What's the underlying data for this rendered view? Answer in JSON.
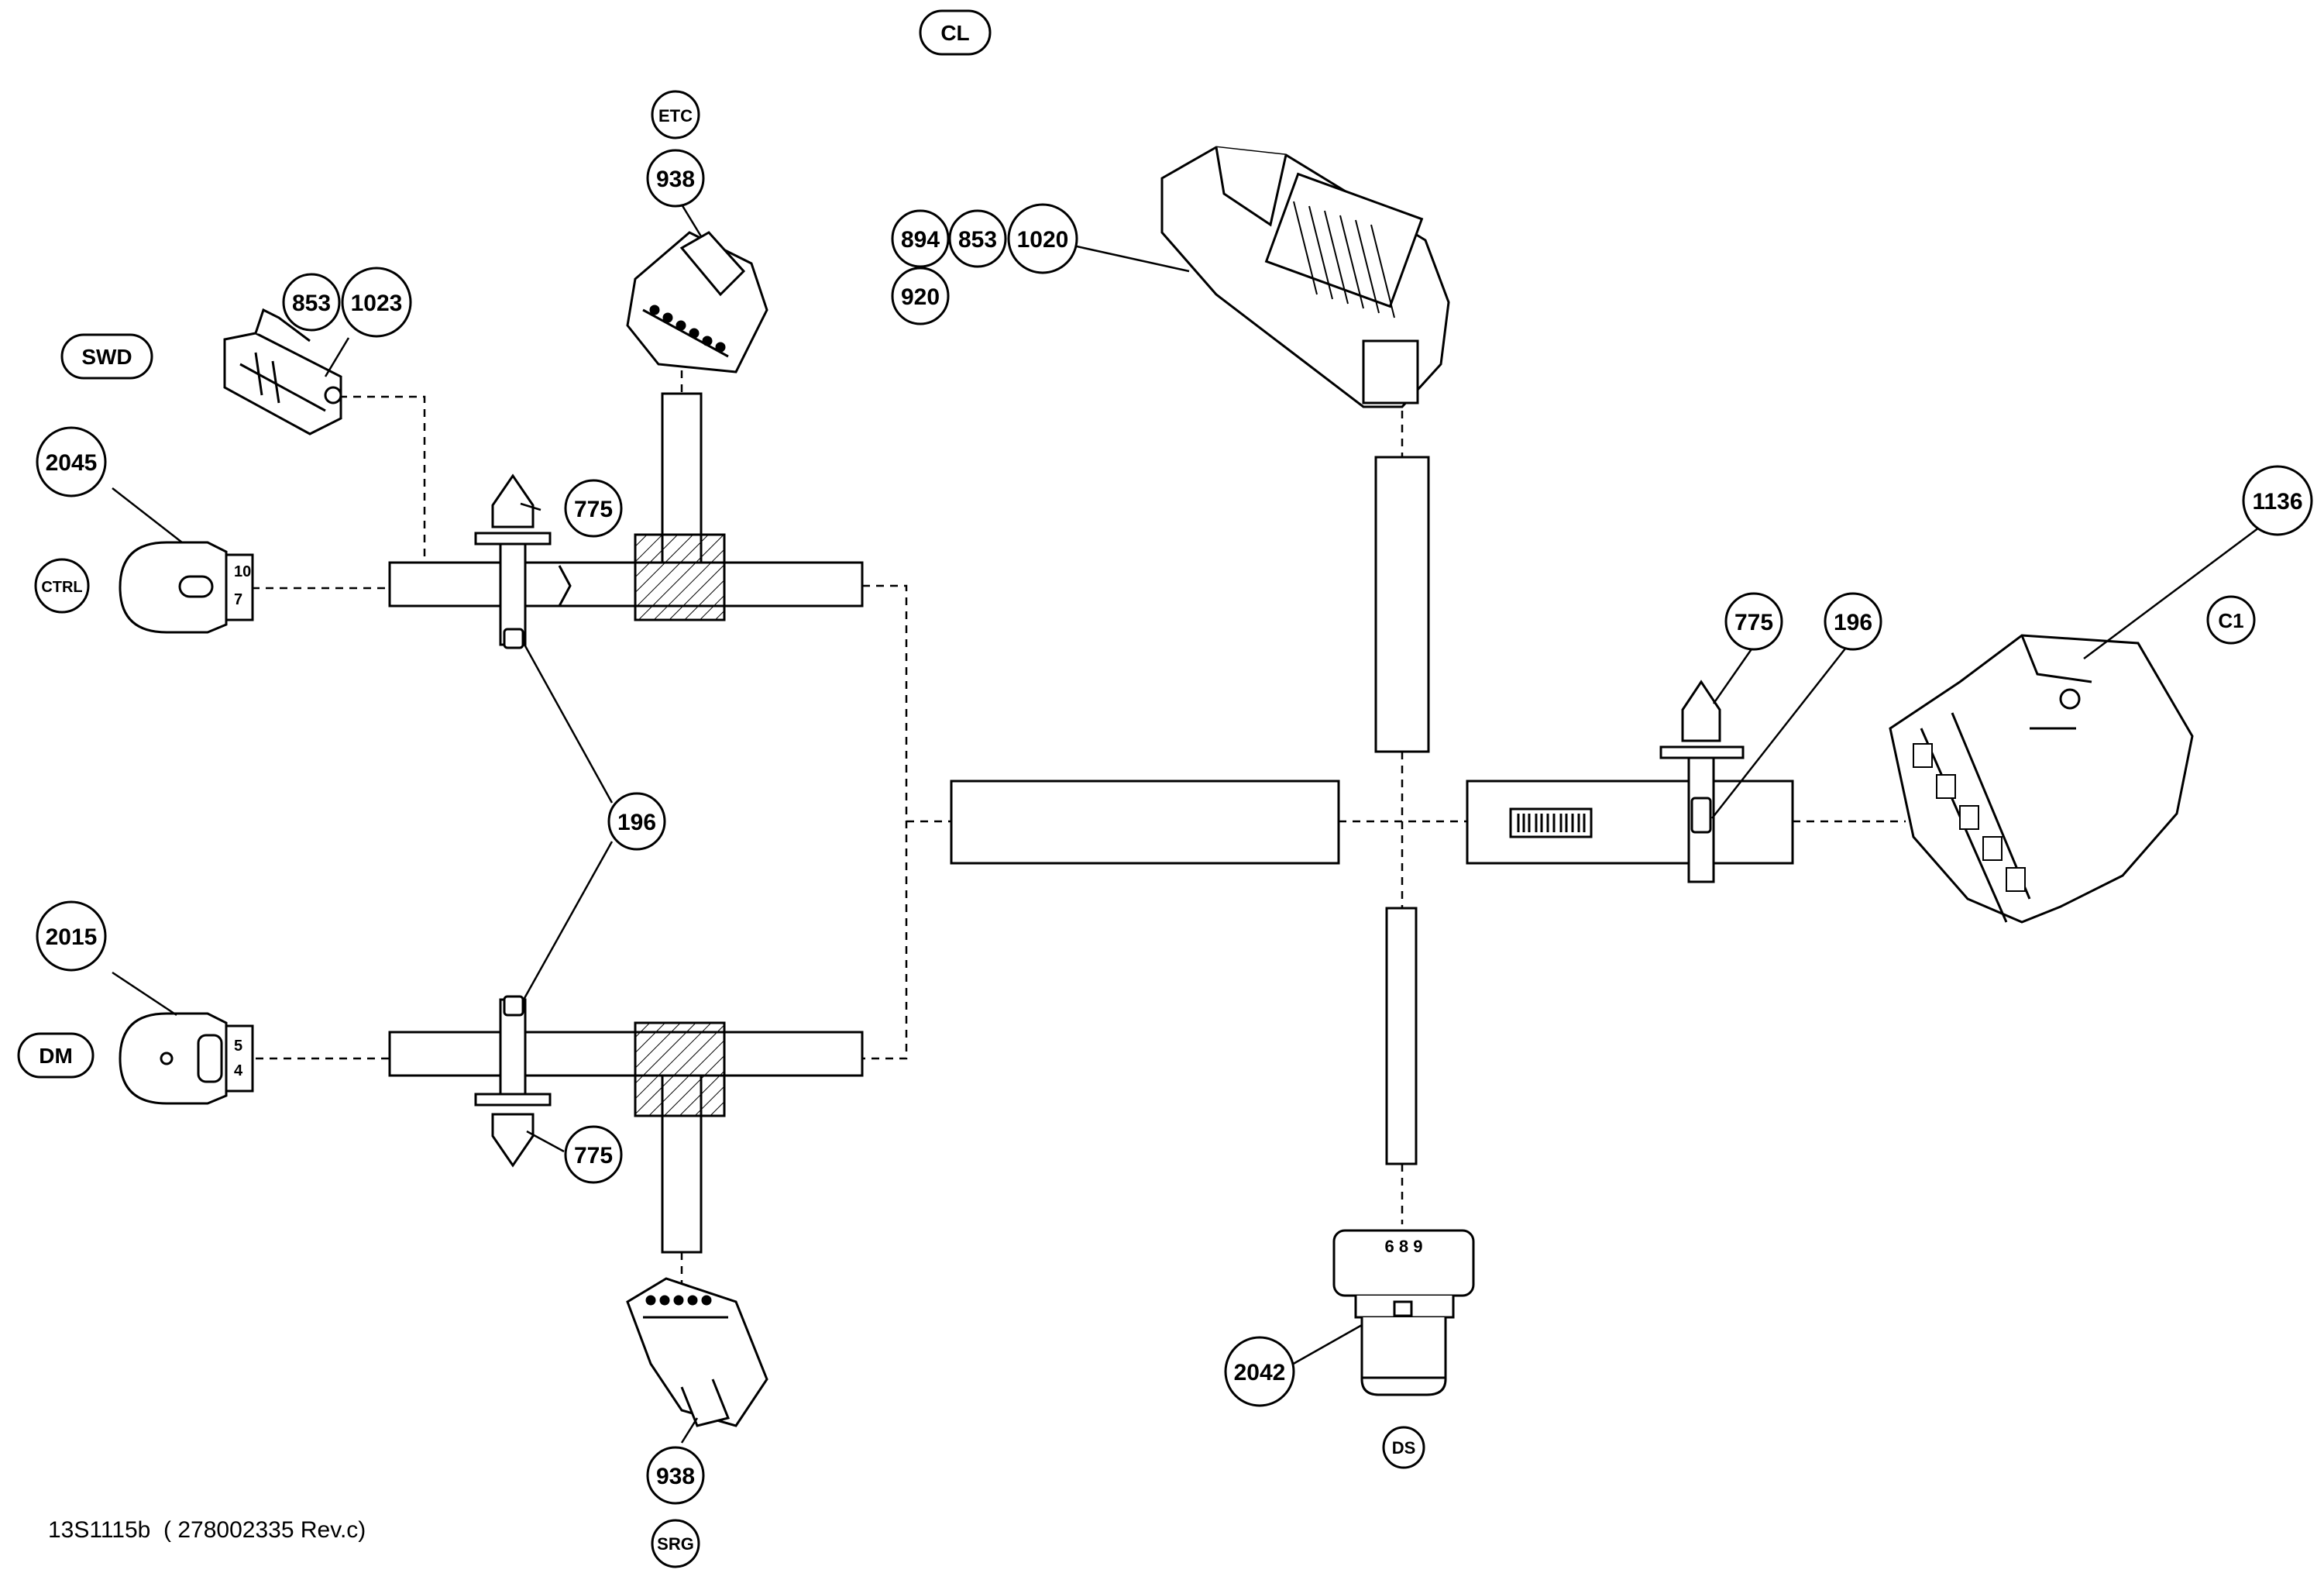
{
  "connector_codes": {
    "cl": "CL",
    "etc": "ETC",
    "swd": "SWD",
    "ctrl": "CTRL",
    "dm": "DM",
    "c1": "C1",
    "ds": "DS",
    "srg": "SRG"
  },
  "part_numbers": {
    "p938_top": "938",
    "p894": "894",
    "p853_top": "853",
    "p1020": "1020",
    "p920": "920",
    "p853_swd": "853",
    "p1023": "1023",
    "p2045": "2045",
    "p775_top": "775",
    "p1136": "1136",
    "p775_right": "775",
    "p196_right": "196",
    "p196_left": "196",
    "p2015": "2015",
    "p775_bottom": "775",
    "p2042": "2042",
    "p938_bottom": "938"
  },
  "pin_labels": {
    "ctrl_a": "10",
    "ctrl_b": "7",
    "dm_a": "5",
    "dm_b": "4",
    "ds_pins": "6 8 9"
  },
  "footer": {
    "doc_id": "13S1115b  ( 278002335 Rev.c)"
  },
  "colors": {
    "line": "#000000",
    "background": "#ffffff"
  }
}
